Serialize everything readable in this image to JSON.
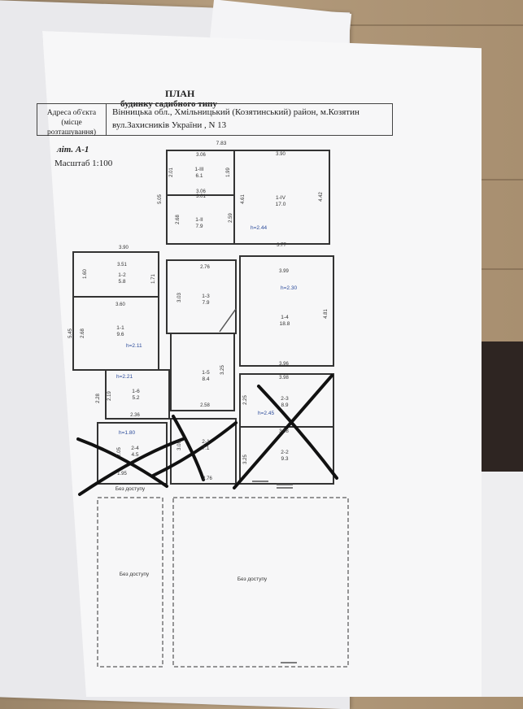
{
  "document": {
    "title": "ПЛАН",
    "subtitle": "будинку садибного типу",
    "address_label_line1": "Адреса об'єкта",
    "address_label_line2": "(місце розташування)",
    "address_line1": "Вінницька обл., Хмільницький (Козятинський) район, м.Козятин",
    "address_line2": "вул.Захисників України , N 13",
    "letter": "літ. А-1",
    "scale": "Масштаб 1:100"
  },
  "plan": {
    "overall_width": "7.83",
    "rooms": [
      {
        "id": "1-III",
        "area": "6.1"
      },
      {
        "id": "1-II",
        "area": "7.9"
      },
      {
        "id": "1-IV",
        "area": "17.0"
      },
      {
        "id": "1-2",
        "area": "5.8"
      },
      {
        "id": "1-1",
        "area": "9.6"
      },
      {
        "id": "1-3",
        "area": "7.9"
      },
      {
        "id": "1-4",
        "area": "18.8"
      },
      {
        "id": "1-5",
        "area": "8.4"
      },
      {
        "id": "1-6",
        "area": "5.2"
      },
      {
        "id": "2-3",
        "area": "8.9"
      },
      {
        "id": "2-2",
        "area": "9.3"
      },
      {
        "id": "2-1",
        "area": "7.1"
      },
      {
        "id": "2-4",
        "area": "4.5"
      }
    ],
    "heights": [
      "h=2.44",
      "h=2.30",
      "h=2.11",
      "h=2.21",
      "h=2.45",
      "h=1.80"
    ],
    "dimensions": [
      "3.06",
      "3.90",
      "2.01",
      "1.99",
      "3.06",
      "3.01",
      "5.05",
      "2.68",
      "2.59",
      "4.61",
      "4.42",
      "3.77",
      "3.90",
      "3.51",
      "1.60",
      "1.71",
      "2.76",
      "3.03",
      "5.45",
      "2.68",
      "3.60",
      "3.99",
      "4.81",
      "3.96",
      "3.98",
      "3.25",
      "2.58",
      "2.28",
      "2.19",
      "2.36",
      "2.25",
      "3.08",
      "3.98",
      "3.25",
      "2.05",
      "1.95",
      "2.76"
    ],
    "no_access": "Без доступу"
  }
}
